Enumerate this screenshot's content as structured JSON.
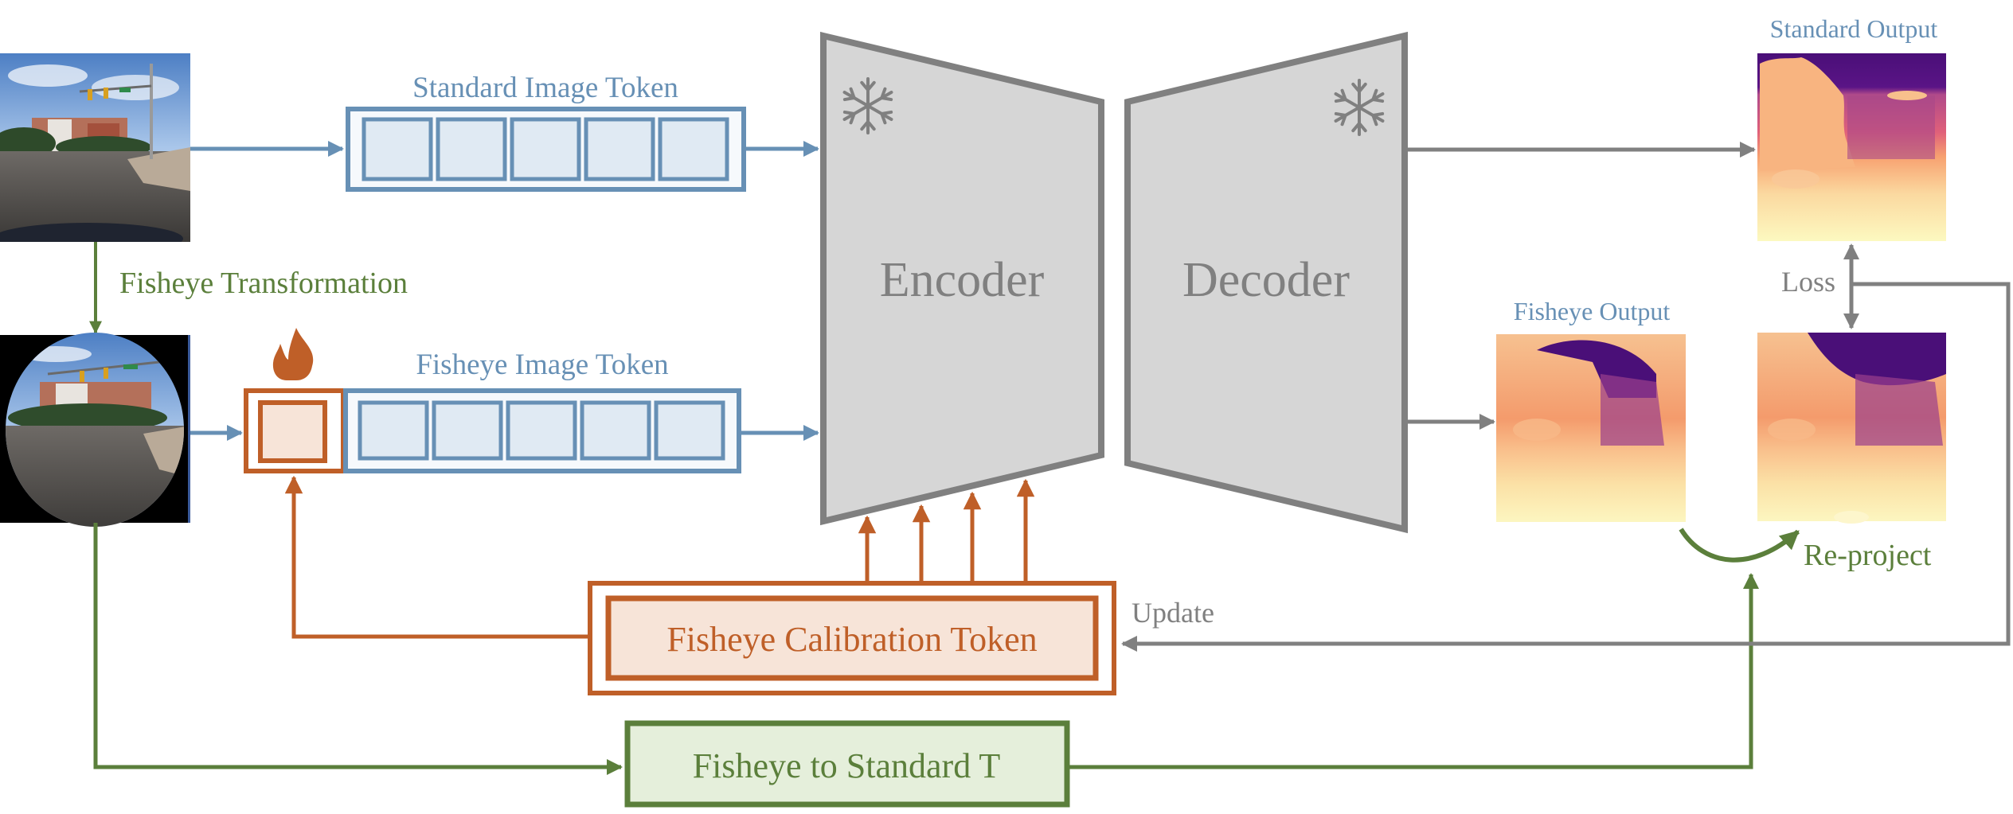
{
  "title": "Fisheye calibration token pipeline",
  "colors": {
    "blue": "#6790b5",
    "blue_fill": "#e0eaf3",
    "blue_box_fill": "#f6f9fc",
    "orange": "#bf5f28",
    "orange_fill": "#f7e4d8",
    "green": "#5b7f3b",
    "green_fill": "#e5efdb",
    "gray": "#808080",
    "gray_fill": "#d6d6d6"
  },
  "inputs": {
    "standard_image": {
      "label": "Standard camera image (street intersection)"
    },
    "fisheye_image": {
      "label": "Fisheye camera image (street intersection)"
    },
    "fisheye_transformation_label": "Fisheye Transformation"
  },
  "tokens": {
    "standard_title": "Standard Image Token",
    "standard_cell_count": 5,
    "fisheye_title": "Fisheye Image Token",
    "fisheye_cell_count": 5,
    "trainable_icon": "flame-icon"
  },
  "model": {
    "encoder_label": "Encoder",
    "decoder_label": "Decoder",
    "frozen_icon": "snowflake-icon"
  },
  "calibration": {
    "label": "Fisheye Calibration Token",
    "update_label": "Update"
  },
  "transform": {
    "label": "Fisheye to Standard T"
  },
  "outputs": {
    "standard_title": "Standard Output",
    "fisheye_title": "Fisheye Output",
    "loss_label": "Loss",
    "reproject_label": "Re-project"
  }
}
